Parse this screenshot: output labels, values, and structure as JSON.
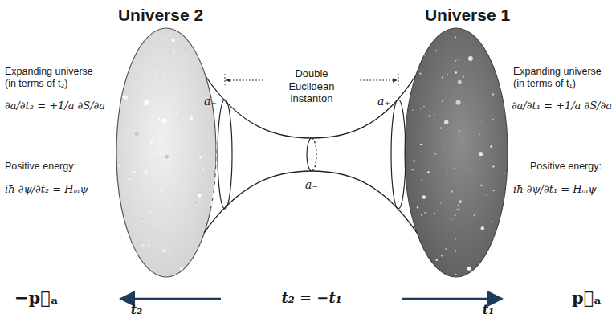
{
  "diagram": {
    "labels": [
      "Universe 2",
      "Universe 1",
      "Expanding universe (in terms of t₂)",
      "∂a/∂t₂ = +1/a ∂S/∂a",
      "Positive energy:",
      "iħ ∂ψ/∂t₂ = Hₘψ",
      "Double Euclidean instanton",
      "a₊",
      "a₋",
      "a₊",
      "Expanding universe (in terms of t₁)",
      "∂a/∂t₁ = +1/a ∂S/∂a",
      "Positive energy:",
      "iħ ∂ψ/∂t₁ = Hₘψ",
      "−p⃗ₐ",
      "t₂",
      "t₂ = −t₁",
      "t₁",
      "p⃗ₐ"
    ]
  }
}
